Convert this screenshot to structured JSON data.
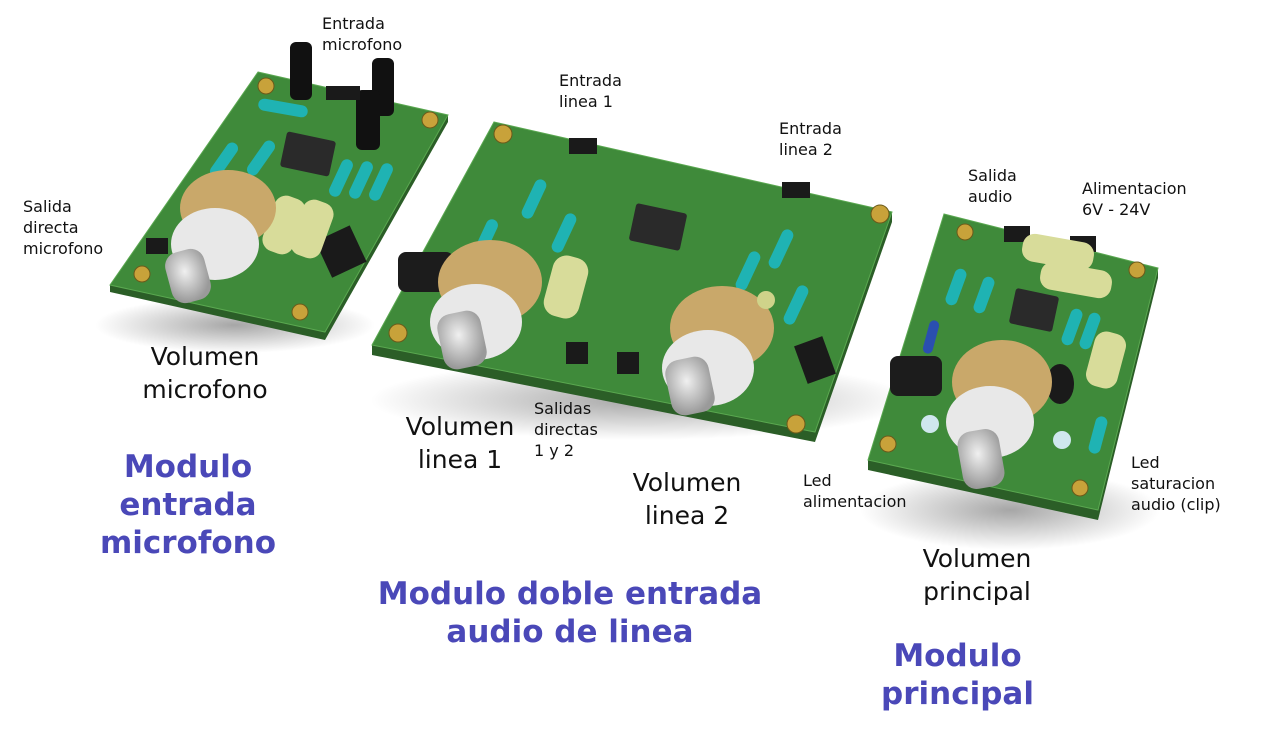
{
  "colors": {
    "pcb": "#3f8a3a",
    "pcb_side": "#2b5e27",
    "pcb_edge": "#5aa850",
    "title": "#4a48b8",
    "label": "#111111",
    "pot_body": "#c9a86a",
    "resistor_teal": "#1fb3b3",
    "capacitor_black": "#111111",
    "pad_gold": "#c8a23a"
  },
  "modules": [
    {
      "title": "Modulo\nentrada\nmicrofono",
      "labels": {
        "input": "Entrada\nmicrofono",
        "direct_out": "Salida\ndirecta\nmicrofono",
        "volume": "Volumen\nmicrofono"
      }
    },
    {
      "title": "Modulo doble entrada\naudio de linea",
      "labels": {
        "input1": "Entrada\nlinea 1",
        "input2": "Entrada\nlinea 2",
        "volume1": "Volumen\nlinea 1",
        "volume2": "Volumen\nlinea 2",
        "direct_outs": "Salidas\ndirectas\n1 y 2",
        "power_led": "Led\nalimentacion"
      }
    },
    {
      "title": "Modulo\nprincipal",
      "labels": {
        "audio_out": "Salida\naudio",
        "power": "Alimentacion\n6V - 24V",
        "volume": "Volumen\nprincipal",
        "clip_led": "Led\nsaturacion\naudio (clip)"
      }
    }
  ]
}
